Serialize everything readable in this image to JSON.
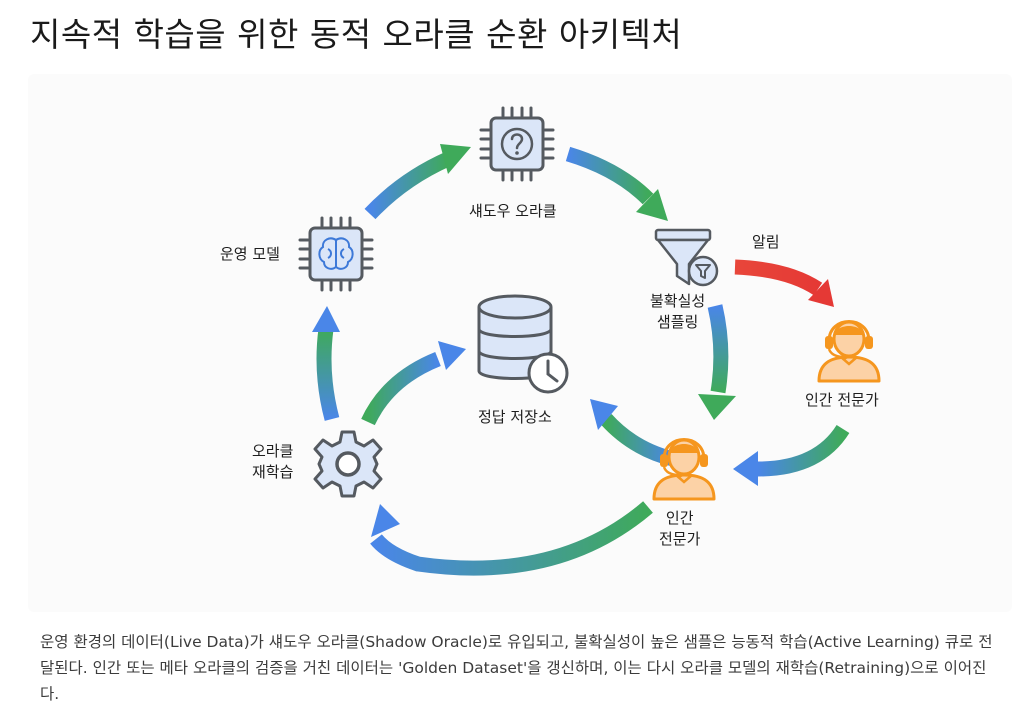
{
  "title": "지속적 학습을 위한 동적 오라클 순환 아키텍처",
  "colors": {
    "arrow_blue": "#4a86e8",
    "arrow_green": "#3faa5a",
    "alert_red": "#e53935",
    "alert_orange_red": "#e8463a",
    "icon_stroke": "#555a60",
    "icon_fill": "#dbe6f8",
    "brain_blue": "#3d79d8",
    "person_orange": "#f5961e",
    "person_fill": "#fcd2a6"
  },
  "nodes": {
    "production_model": {
      "label": "운영 모델",
      "icon": "chip-brain-icon"
    },
    "shadow_oracle": {
      "label": "섀도우 오라클",
      "icon": "chip-question-icon"
    },
    "uncertainty_sampling": {
      "label_line1": "불확실성",
      "label_line2": "샘플링",
      "icon": "funnel-filter-icon"
    },
    "alert": {
      "label": "알림"
    },
    "human_expert_right": {
      "label": "인간 전문가",
      "icon": "headset-person-icon"
    },
    "human_expert_bottom": {
      "label_line1": "인간",
      "label_line2": "전문가",
      "icon": "headset-person-icon"
    },
    "golden_store": {
      "label": "정답 저장소",
      "icon": "database-clock-icon"
    },
    "oracle_retrain": {
      "label_line1": "오라클",
      "label_line2": "재학습",
      "icon": "gear-icon"
    }
  },
  "caption": "운영 환경의 데이터(Live Data)가 섀도우 오라클(Shadow Oracle)로 유입되고, 불확실성이 높은 샘플은 능동적 학습(Active Learning) 큐로 전달된다. 인간 또는 메타 오라클의 검증을 거친 데이터는 'Golden Dataset'을 갱신하며, 이는 다시 오라클 모델의 재학습(Retraining)으로 이어진다."
}
